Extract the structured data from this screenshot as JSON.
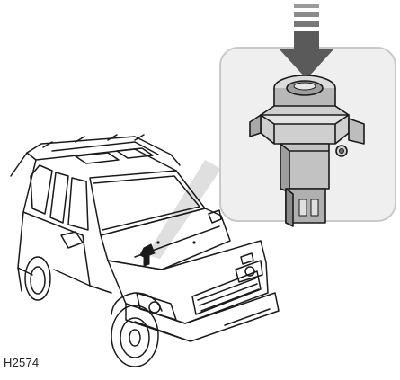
{
  "figure": {
    "code": "H2574",
    "colors": {
      "arrow": "#5a5a5a",
      "arrow_stripes": "#9a9a9a",
      "callout_fill": "#efefef",
      "callout_border": "#c9c9c9",
      "outline": "#1a1a1a",
      "part_light": "#dcdcdc",
      "part_mid": "#b8b8b8",
      "part_dark": "#8c8c8c"
    },
    "icons": [
      "press-down-arrow-icon",
      "switch-component",
      "vehicle-illustration"
    ]
  }
}
